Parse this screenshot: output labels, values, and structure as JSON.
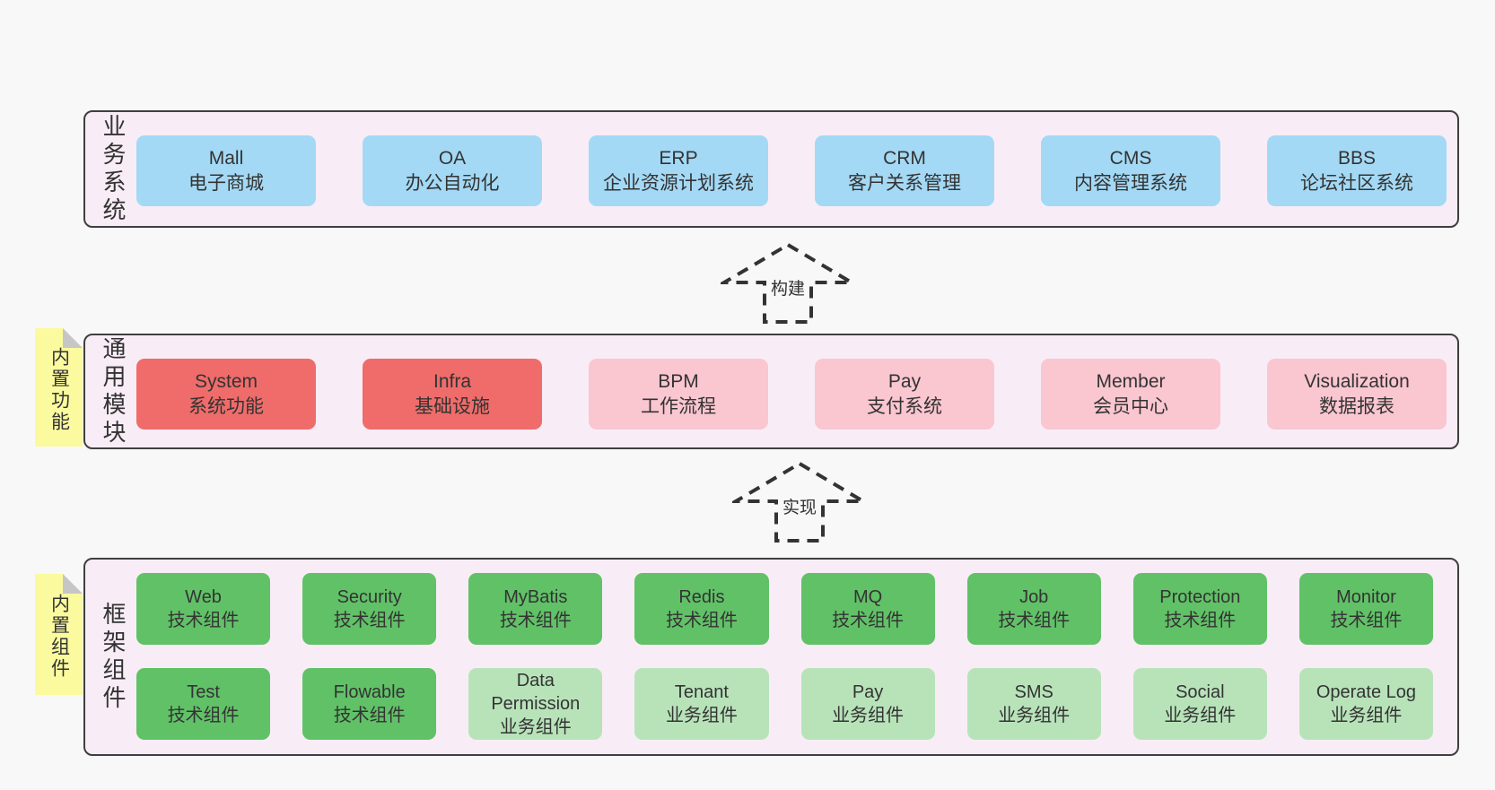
{
  "diagram": {
    "band1": {
      "label": "业务系统",
      "boxes": [
        {
          "name": "Mall",
          "desc": "电子商城",
          "variant": "blue"
        },
        {
          "name": "OA",
          "desc": "办公自动化",
          "variant": "blue"
        },
        {
          "name": "ERP",
          "desc": "企业资源计划系统",
          "variant": "blue"
        },
        {
          "name": "CRM",
          "desc": "客户关系管理",
          "variant": "blue"
        },
        {
          "name": "CMS",
          "desc": "内容管理系统",
          "variant": "blue"
        },
        {
          "name": "BBS",
          "desc": "论坛社区系统",
          "variant": "blue"
        }
      ]
    },
    "arrow1": {
      "label": "构建"
    },
    "band2": {
      "label": "通用模块",
      "note": "内置功能",
      "boxes": [
        {
          "name": "System",
          "desc": "系统功能",
          "variant": "red"
        },
        {
          "name": "Infra",
          "desc": "基础设施",
          "variant": "red"
        },
        {
          "name": "BPM",
          "desc": "工作流程",
          "variant": "pink"
        },
        {
          "name": "Pay",
          "desc": "支付系统",
          "variant": "pink"
        },
        {
          "name": "Member",
          "desc": "会员中心",
          "variant": "pink"
        },
        {
          "name": "Visualization",
          "desc": "数据报表",
          "variant": "pink"
        }
      ]
    },
    "arrow2": {
      "label": "实现"
    },
    "band3": {
      "label": "框架组件",
      "note": "内置组件",
      "row1": [
        {
          "name": "Web",
          "desc": "技术组件",
          "variant": "green"
        },
        {
          "name": "Security",
          "desc": "技术组件",
          "variant": "green"
        },
        {
          "name": "MyBatis",
          "desc": "技术组件",
          "variant": "green"
        },
        {
          "name": "Redis",
          "desc": "技术组件",
          "variant": "green"
        },
        {
          "name": "MQ",
          "desc": "技术组件",
          "variant": "green"
        },
        {
          "name": "Job",
          "desc": "技术组件",
          "variant": "green"
        },
        {
          "name": "Protection",
          "desc": "技术组件",
          "variant": "green"
        },
        {
          "name": "Monitor",
          "desc": "技术组件",
          "variant": "green"
        }
      ],
      "row2": [
        {
          "name": "Test",
          "desc": "技术组件",
          "variant": "green"
        },
        {
          "name": "Flowable",
          "desc": "技术组件",
          "variant": "green"
        },
        {
          "name": "Data Permission",
          "desc": "业务组件",
          "variant": "light-green"
        },
        {
          "name": "Tenant",
          "desc": "业务组件",
          "variant": "light-green"
        },
        {
          "name": "Pay",
          "desc": "业务组件",
          "variant": "light-green"
        },
        {
          "name": "SMS",
          "desc": "业务组件",
          "variant": "light-green"
        },
        {
          "name": "Social",
          "desc": "业务组件",
          "variant": "light-green"
        },
        {
          "name": "Operate Log",
          "desc": "业务组件",
          "variant": "light-green"
        }
      ]
    },
    "colors": {
      "page_bg": "#f8f8f8",
      "band_bg": "#f8edf6",
      "band_border": "#3f3f3f",
      "blue": "#a4d9f5",
      "red": "#ef6c6a",
      "pink": "#fac6d0",
      "green": "#61c167",
      "light_green": "#b8e3b9",
      "note_yellow": "#fbfa9e",
      "note_fold": "#c6c6c6",
      "text": "#333333"
    }
  }
}
